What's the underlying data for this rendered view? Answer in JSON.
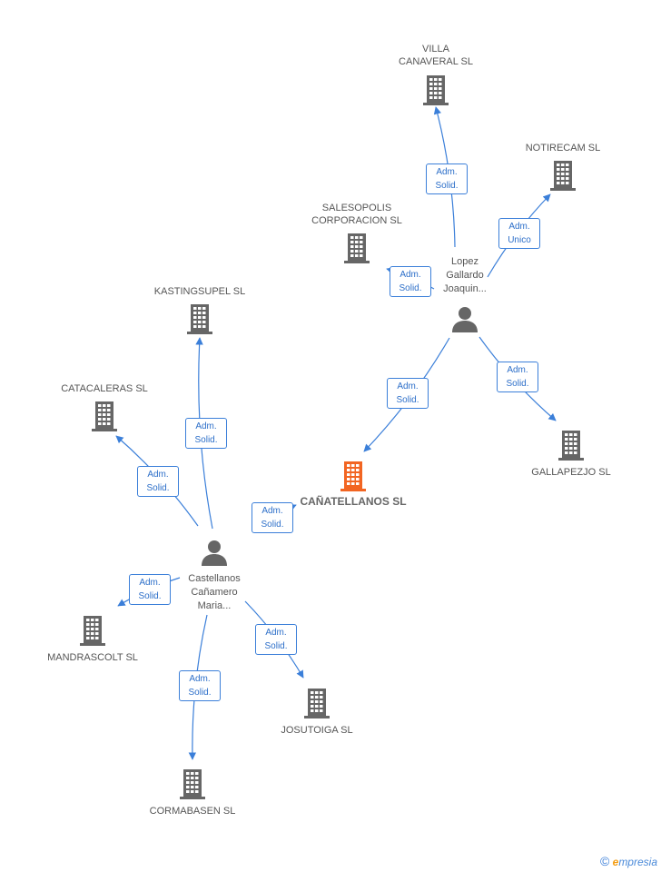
{
  "companies": [
    {
      "id": "villa",
      "label_lines": [
        "VILLA",
        "CANAVERAL SL"
      ],
      "color": "#666666"
    },
    {
      "id": "notirecam",
      "label_lines": [
        "NOTIRECAM SL"
      ],
      "color": "#666666"
    },
    {
      "id": "salesopolis",
      "label_lines": [
        "SALESOPOLIS",
        "CORPORACION SL"
      ],
      "color": "#666666"
    },
    {
      "id": "kastingsupel",
      "label_lines": [
        "KASTINGSUPEL SL"
      ],
      "color": "#666666"
    },
    {
      "id": "catacaleras",
      "label_lines": [
        "CATACALERAS SL"
      ],
      "color": "#666666"
    },
    {
      "id": "canatellanos",
      "label_lines": [
        "CAÑATELLANOS SL"
      ],
      "color": "#f26522",
      "focus": true
    },
    {
      "id": "gallapezjo",
      "label_lines": [
        "GALLAPEZJO SL"
      ],
      "color": "#666666"
    },
    {
      "id": "mandrascolt",
      "label_lines": [
        "MANDRASCOLT SL"
      ],
      "color": "#666666"
    },
    {
      "id": "josutoiga",
      "label_lines": [
        "JOSUTOIGA SL"
      ],
      "color": "#666666"
    },
    {
      "id": "cormabasen",
      "label_lines": [
        "CORMABASEN SL"
      ],
      "color": "#666666"
    }
  ],
  "persons": [
    {
      "id": "lopez",
      "label_lines": [
        "Lopez",
        "Gallardo",
        "Joaquin..."
      ],
      "color": "#666666"
    },
    {
      "id": "castellanos",
      "label_lines": [
        "Castellanos",
        "Cañamero",
        "Maria..."
      ],
      "color": "#666666"
    }
  ],
  "edges": [
    {
      "id": "e1",
      "from": "lopez",
      "to": "villa",
      "label_lines": [
        "Adm.",
        "Solid."
      ]
    },
    {
      "id": "e2",
      "from": "lopez",
      "to": "notirecam",
      "label_lines": [
        "Adm.",
        "Unico"
      ]
    },
    {
      "id": "e3",
      "from": "lopez",
      "to": "salesopolis",
      "label_lines": [
        "Adm.",
        "Solid."
      ]
    },
    {
      "id": "e4",
      "from": "lopez",
      "to": "canatellanos",
      "label_lines": [
        "Adm.",
        "Solid."
      ]
    },
    {
      "id": "e5",
      "from": "lopez",
      "to": "gallapezjo",
      "label_lines": [
        "Adm.",
        "Solid."
      ]
    },
    {
      "id": "e6",
      "from": "castellanos",
      "to": "kastingsupel",
      "label_lines": [
        "Adm.",
        "Solid."
      ]
    },
    {
      "id": "e7",
      "from": "castellanos",
      "to": "catacaleras",
      "label_lines": [
        "Adm.",
        "Solid."
      ]
    },
    {
      "id": "e8",
      "from": "castellanos",
      "to": "canatellanos",
      "label_lines": [
        "Adm.",
        "Solid."
      ]
    },
    {
      "id": "e9",
      "from": "castellanos",
      "to": "mandrascolt",
      "label_lines": [
        "Adm.",
        "Solid."
      ]
    },
    {
      "id": "e10",
      "from": "castellanos",
      "to": "josutoiga",
      "label_lines": [
        "Adm.",
        "Solid."
      ]
    },
    {
      "id": "e11",
      "from": "castellanos",
      "to": "cormabasen",
      "label_lines": [
        "Adm.",
        "Solid."
      ]
    }
  ],
  "colors": {
    "edge": "#3b7fd9",
    "node": "#666666",
    "focus": "#f26522"
  },
  "footer": {
    "copyright": "©",
    "brand_first": "e",
    "brand_rest": "mpresia"
  }
}
